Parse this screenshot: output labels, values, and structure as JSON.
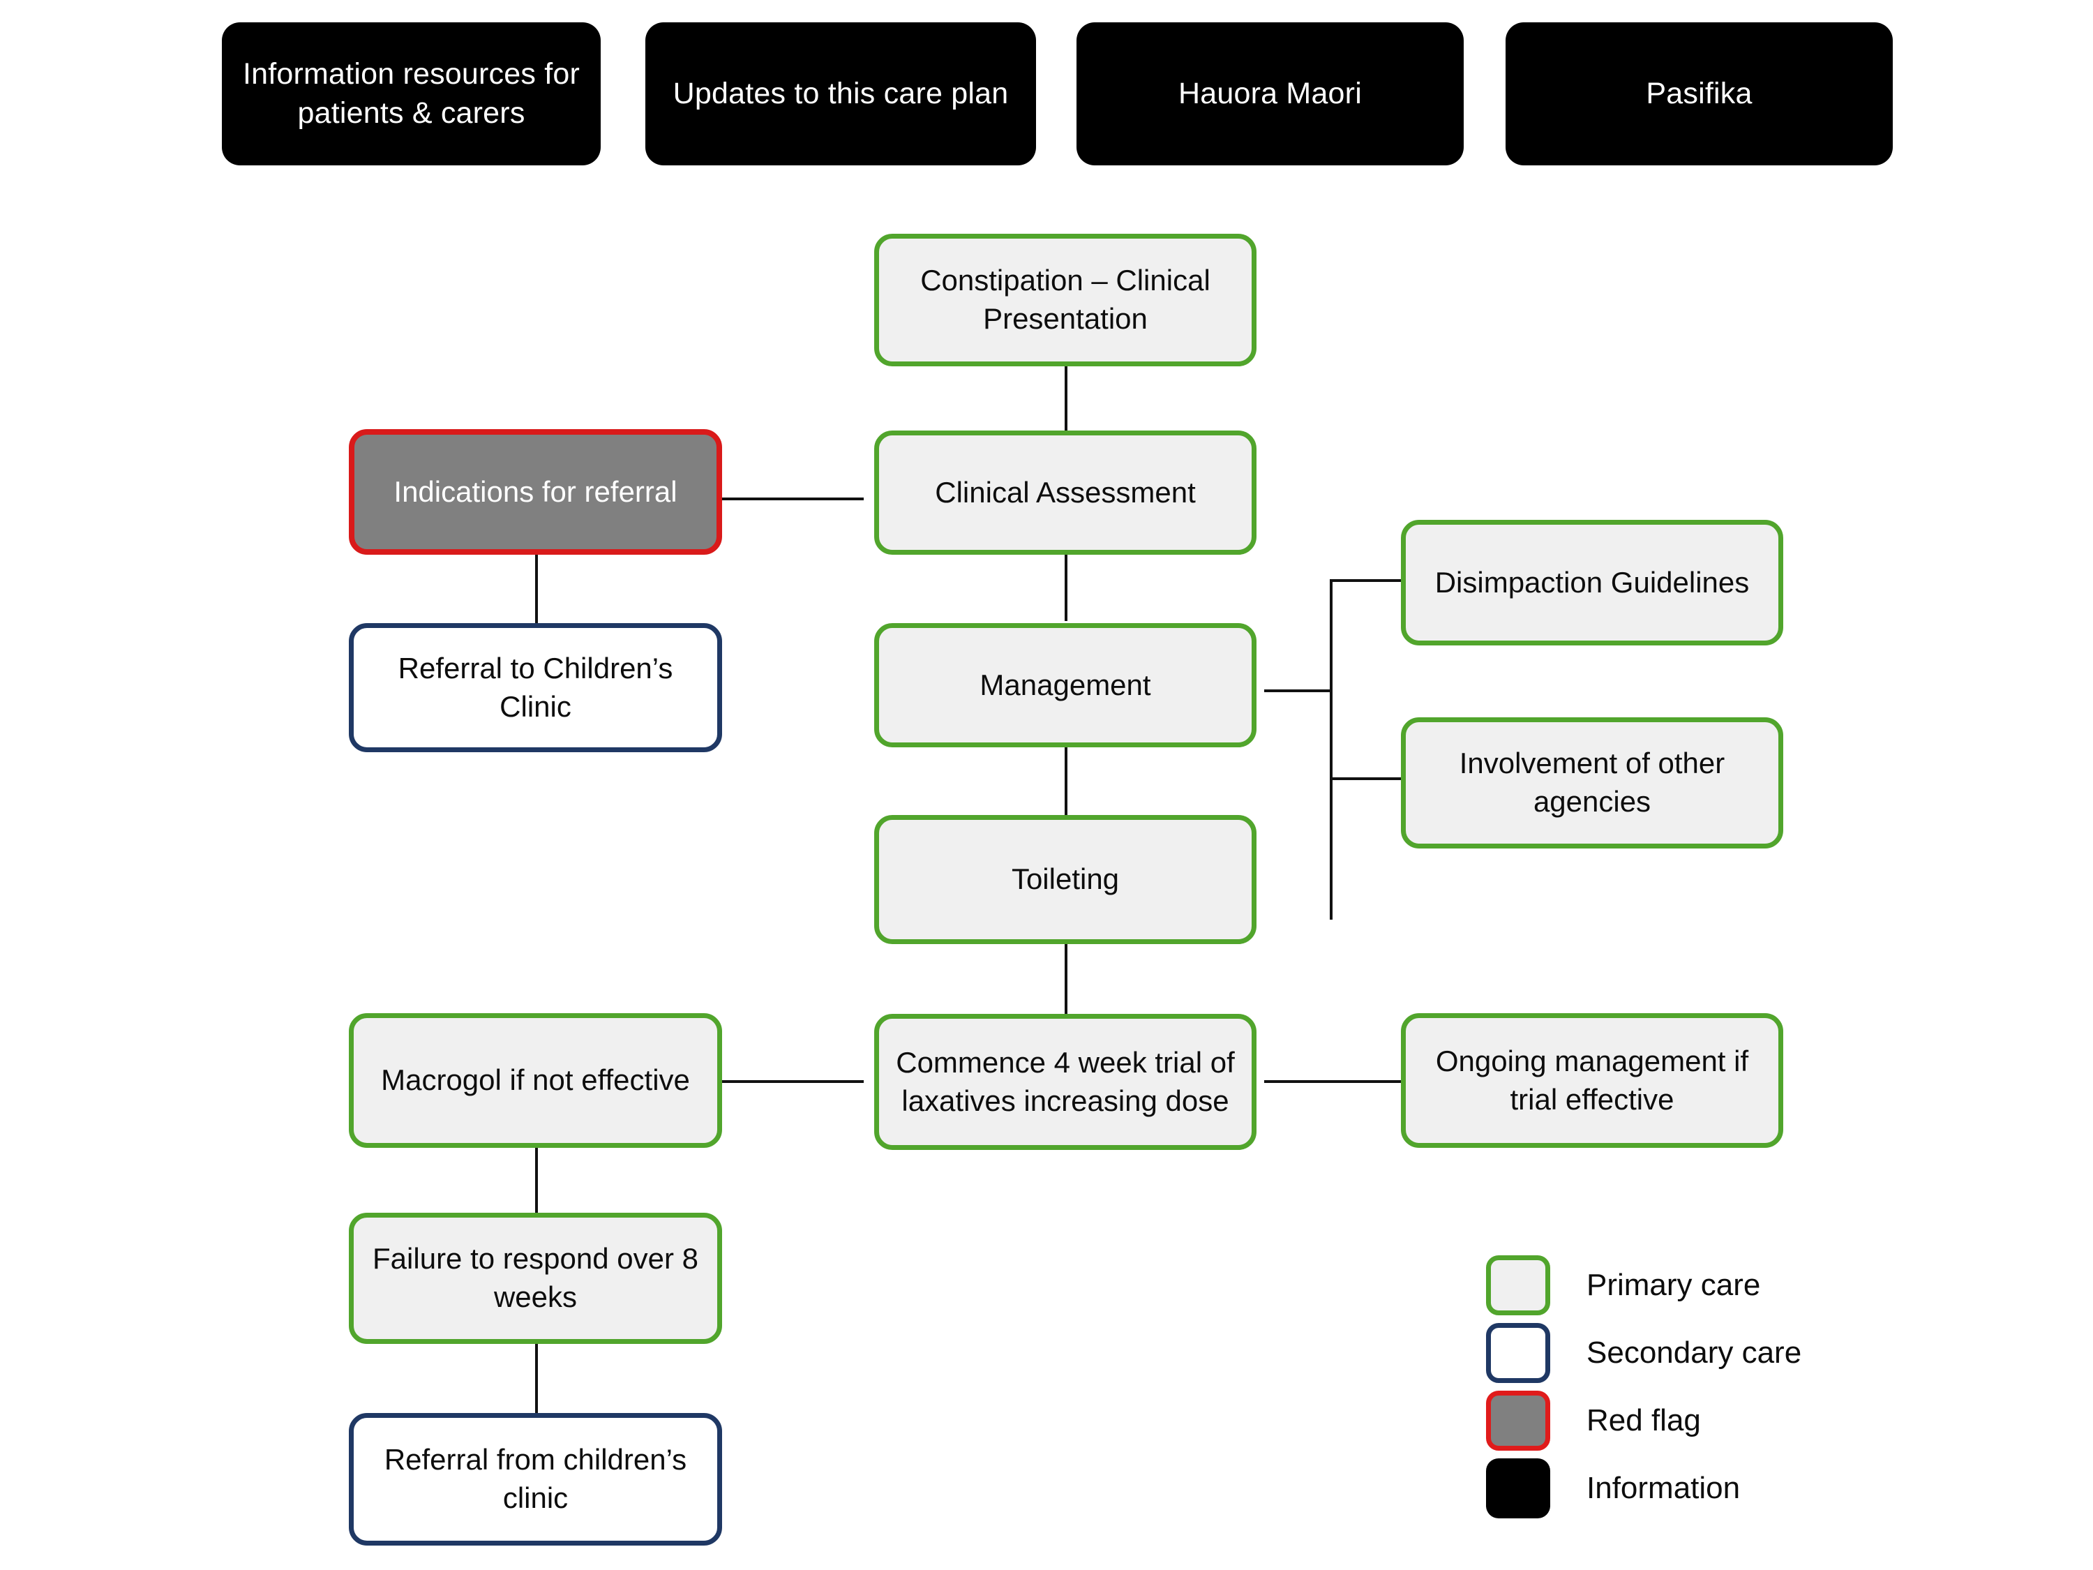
{
  "header": {
    "buttons": [
      {
        "id": "information-resources",
        "label": "Information resources for patients & carers"
      },
      {
        "id": "updates-care-plan",
        "label": "Updates to this care plan"
      },
      {
        "id": "hauora-maori",
        "label": "Hauora Maori"
      },
      {
        "id": "pasifika",
        "label": "Pasifika"
      }
    ]
  },
  "flowchart": {
    "nodes": {
      "constipation": {
        "label": "Constipation – Clinical Presentation",
        "category": "Primary care"
      },
      "clinical_assessment": {
        "label": "Clinical Assessment",
        "category": "Primary care"
      },
      "management": {
        "label": "Management",
        "category": "Primary care"
      },
      "toileting": {
        "label": "Toileting",
        "category": "Primary care"
      },
      "commence_trial": {
        "label": "Commence 4 week trial of laxatives increasing dose",
        "category": "Primary care"
      },
      "indications_referral": {
        "label": "Indications for referral",
        "category": "Red flag"
      },
      "referral_childrens_clinic": {
        "label": "Referral to Children’s Clinic",
        "category": "Secondary care"
      },
      "disimpaction": {
        "label": "Disimpaction Guidelines",
        "category": "Primary care"
      },
      "other_agencies": {
        "label": "Involvement of other agencies",
        "category": "Primary care"
      },
      "ongoing_management": {
        "label": "Ongoing management if trial effective",
        "category": "Primary care"
      },
      "macrogol": {
        "label": "Macrogol if not effective",
        "category": "Primary care"
      },
      "failure_respond": {
        "label": "Failure to respond over 8 weeks",
        "category": "Primary care"
      },
      "referral_from_clinic": {
        "label": "Referral from children’s clinic",
        "category": "Secondary care"
      }
    }
  },
  "legend": {
    "items": [
      {
        "id": "primary-care",
        "label": "Primary care",
        "border": "#51A52C",
        "fill": "#f0f0f0"
      },
      {
        "id": "secondary-care",
        "label": "Secondary care",
        "border": "#1F3864",
        "fill": "#ffffff"
      },
      {
        "id": "red-flag",
        "label": "Red flag",
        "border": "#E01B1B",
        "fill": "#808080"
      },
      {
        "id": "information",
        "label": "Information",
        "border": "#000000",
        "fill": "#000000"
      }
    ]
  }
}
